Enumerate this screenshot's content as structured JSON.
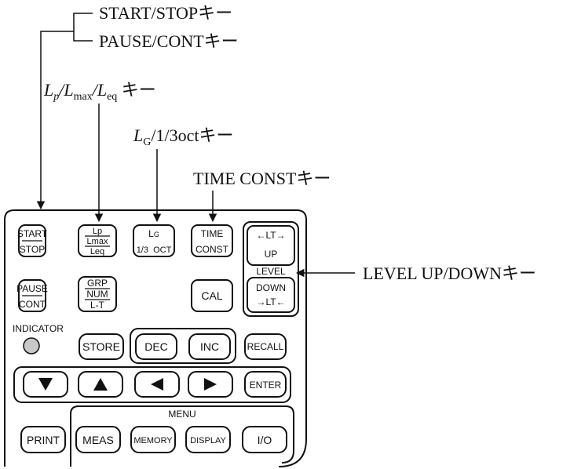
{
  "callouts": {
    "start_stop": "START/STOPキー",
    "pause_cont": "PAUSE/CONTキー",
    "lp_l": "L",
    "lp_p": "p",
    "lp_slash1": "/L",
    "lp_max": "max",
    "lp_slash2": "/L",
    "lp_eq": "eq",
    "lp_key": " キー",
    "lg_l": "L",
    "lg_g": "G",
    "lg_rest": "/1/3octキー",
    "time_const": "TIME CONSTキー",
    "level_updown": "LEVEL UP/DOWNキー"
  },
  "keys": {
    "start_top": "START",
    "start_bottom": "STOP",
    "pause_top": "PAUSE",
    "pause_bottom": "CONT",
    "lp_1": "Lp",
    "lp_2": "Lmax",
    "lp_3": "Leq",
    "lg_top": "L",
    "lg_sub": "G",
    "lg_bottom": "1/3  OCT",
    "time_top": "TIME",
    "time_bottom": "CONST",
    "lt_top": "←LT→",
    "up": "UP",
    "level": "LEVEL",
    "down": "DOWN",
    "lt_bottom": "→LT←",
    "grp_1": "GRP",
    "grp_2": "NUM",
    "grp_3": "L-T",
    "cal": "CAL",
    "indicator": "INDICATOR",
    "store": "STORE",
    "dec": "DEC",
    "inc": "INC",
    "recall": "RECALL",
    "enter": "ENTER",
    "menu": "MENU",
    "print": "PRINT",
    "meas": "MEAS",
    "memory": "MEMORY",
    "display": "DISPLAY",
    "io": "I/O"
  },
  "icons": {
    "down": "down-triangle-icon",
    "up": "up-triangle-icon",
    "left": "left-triangle-icon",
    "right": "right-triangle-icon",
    "indicator": "indicator-lamp-icon"
  },
  "colors": {
    "ink": "#111111",
    "indicator_fill": "#c8c8c8"
  }
}
